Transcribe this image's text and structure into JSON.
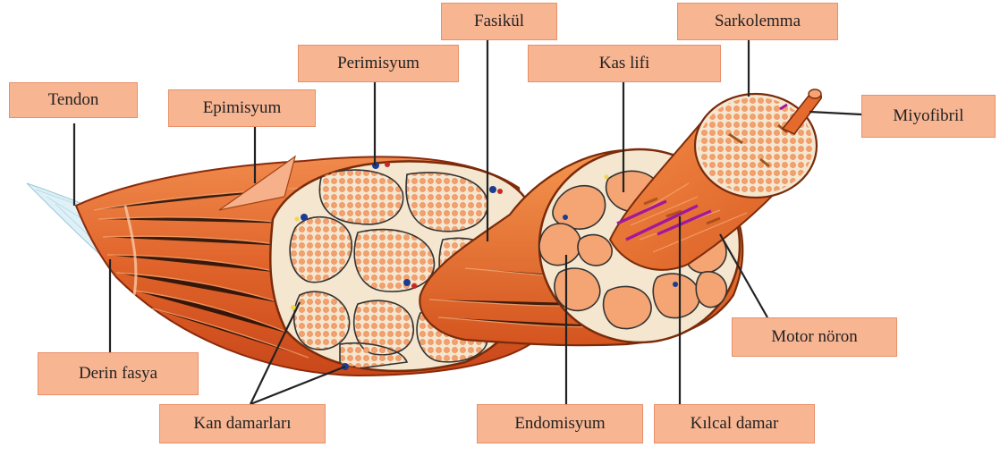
{
  "labels": {
    "tendon": "Tendon",
    "epimisyum": "Epimisyum",
    "perimisyum": "Perimisyum",
    "fasikul": "Fasikül",
    "kas_lifi": "Kas lifi",
    "sarkolemma": "Sarkolemma",
    "miyofibril": "Miyofibril",
    "motor_noron": "Motor nöron",
    "kilcal_damar": "Kılcal damar",
    "endomisyum": "Endomisyum",
    "kan_damarlari": "Kan damarları",
    "derin_fasya": "Derin fasya"
  },
  "colors": {
    "label_fill": "#f8b592",
    "muscle_dark": "#d9531f",
    "muscle_mid": "#ea7a3d",
    "fiber_light": "#f6a476",
    "connective": "#f4e6cf",
    "capillary": "#a1189b",
    "vessel_blue": "#1b3d8f"
  }
}
